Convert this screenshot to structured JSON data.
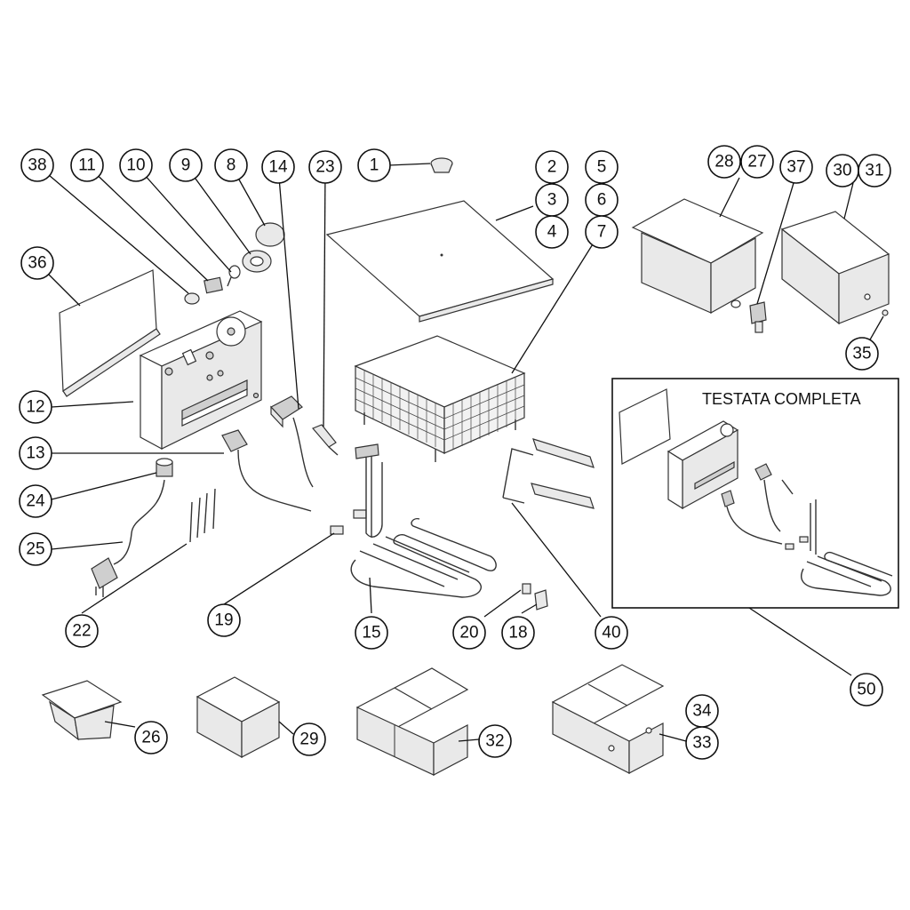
{
  "inset": {
    "title": "TESTATA COMPLETA"
  },
  "callouts": {
    "c1": "1",
    "c2": "2",
    "c3": "3",
    "c4": "4",
    "c5": "5",
    "c6": "6",
    "c7": "7",
    "c8": "8",
    "c9": "9",
    "c10": "10",
    "c11": "11",
    "c12": "12",
    "c13": "13",
    "c14": "14",
    "c15": "15",
    "c18": "18",
    "c19": "19",
    "c20": "20",
    "c22": "22",
    "c23": "23",
    "c24": "24",
    "c25": "25",
    "c26": "26",
    "c27": "27",
    "c28": "28",
    "c29": "29",
    "c30": "30",
    "c31": "31",
    "c32": "32",
    "c33": "33",
    "c34": "34",
    "c35": "35",
    "c36": "36",
    "c37": "37",
    "c38": "38",
    "c40": "40",
    "c50": "50"
  }
}
